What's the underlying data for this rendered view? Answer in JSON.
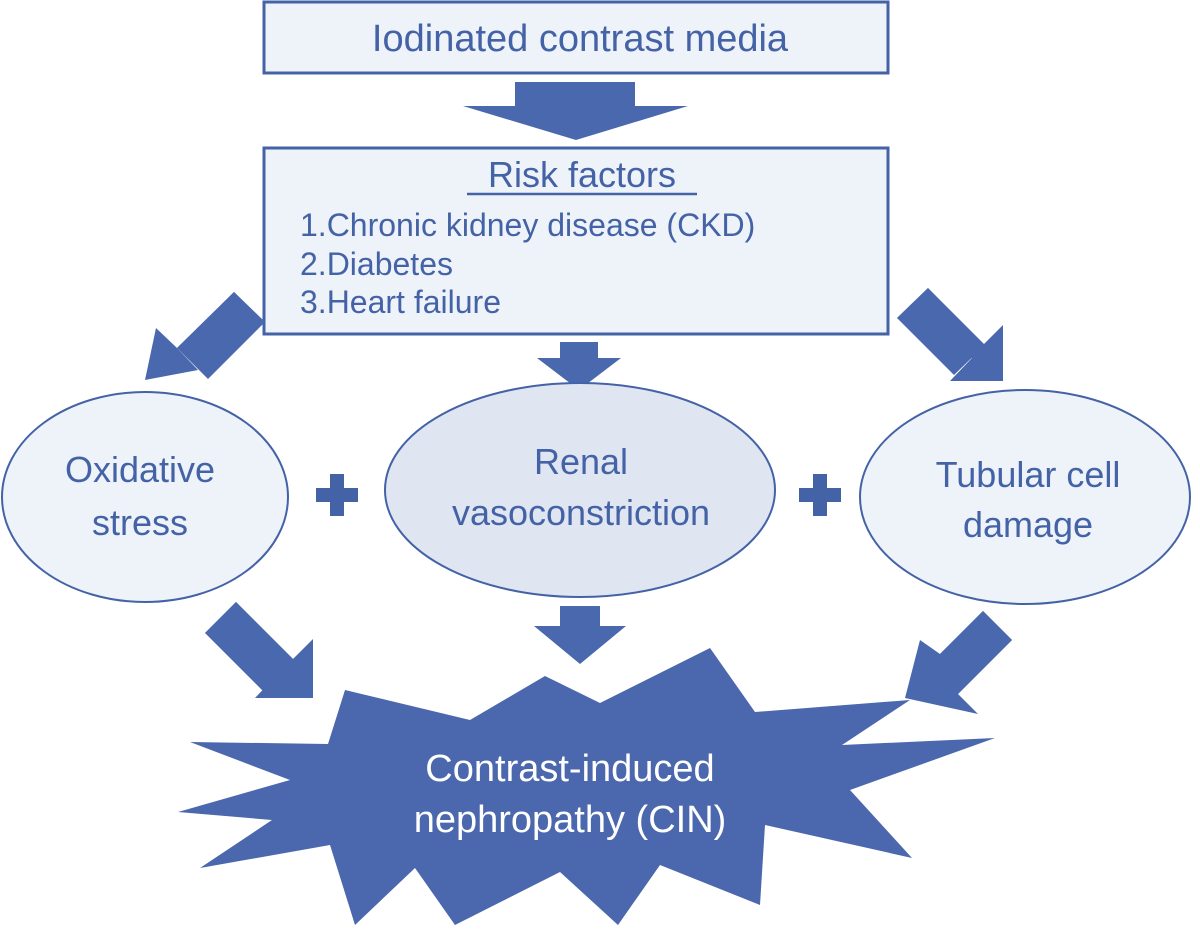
{
  "diagram": {
    "top_box": {
      "label": "Iodinated contrast media"
    },
    "risk_box": {
      "heading": "Risk factors",
      "items": [
        "1.Chronic kidney disease (CKD)",
        "2.Diabetes",
        "3.Heart failure"
      ]
    },
    "mechanisms": [
      {
        "line1": "Oxidative",
        "line2": "stress"
      },
      {
        "line1": "Renal",
        "line2": "vasoconstriction"
      },
      {
        "line1": "Tubular cell",
        "line2": "damage"
      }
    ],
    "plus_symbols": [
      "+",
      "+"
    ],
    "outcome": {
      "line1": "Contrast-induced",
      "line2": "nephropathy (CIN)"
    },
    "colors": {
      "outline": "#4462a6",
      "arrow": "#4a68ad",
      "box_fill": "#eef2f9",
      "ellipse_fill": "#eef2f9",
      "ellipse_center_fill": "#dfe6f2",
      "burst_fill": "#4b67ad",
      "burst_text": "#ffffff"
    }
  }
}
